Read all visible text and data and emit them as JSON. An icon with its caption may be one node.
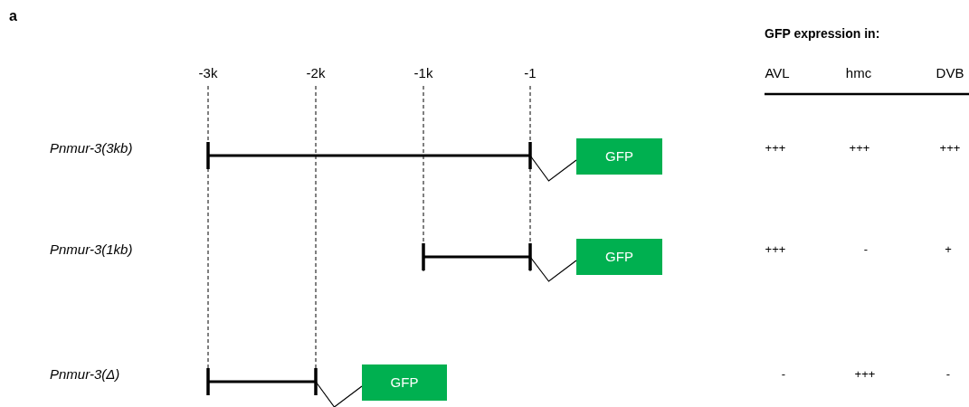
{
  "diagram": {
    "nodes": [
      {
        "text": [],
        "shape": "bar"
      },
      {
        "text": [
          "GFP"
        ]
      },
      {
        "text": [],
        "shape": "bar"
      },
      {
        "text": [
          "GFP"
        ]
      },
      {
        "text": [],
        "shape": "bar"
      },
      {
        "text": [
          "GFP"
        ]
      }
    ],
    "edges": [
      {
        "from": 0,
        "to": 1,
        "arrow": "none"
      },
      {
        "from": 2,
        "to": 3,
        "arrow": "none"
      },
      {
        "from": 4,
        "to": 5,
        "arrow": "none"
      }
    ],
    "labels": [
      "a",
      "GFP expression in:",
      "-3k",
      "-2k",
      "-1k",
      "-1",
      "AVL",
      "hmc",
      "DVB",
      "Pnmur-3(3kb)",
      "+++",
      "+++",
      "+++",
      "Pnmur-3(1kb)",
      "+++",
      "-",
      "+",
      "Pnmur-3(Δ)",
      "-",
      "+++",
      "-"
    ]
  }
}
